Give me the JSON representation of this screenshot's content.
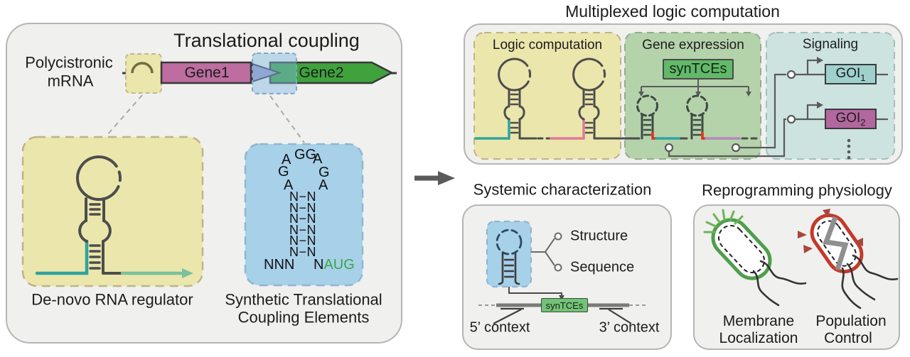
{
  "colors": {
    "gene1_fill": "#bd6da0",
    "gene2_fill": "#3fa23d",
    "coupling_element_fill": "#9e97cd",
    "regulator_box_yellow": "#ebe6ac",
    "stce_box_blue": "#a7d0e9",
    "expression_panel_green": "#b5d3ab",
    "signaling_panel_teal": "#cde3e0",
    "syntces_box_green": "#61b969",
    "goi1_fill": "#9ed1ce",
    "goi2_fill": "#b2679e",
    "teal_strand": "#2ea49d",
    "seafoam_strand": "#79c29c",
    "pink_strand": "#e0789a",
    "mauve_strand": "#b48ab8",
    "red_marker": "#e0301e",
    "start_codon_green": "#3aa648",
    "membrane_green": "#4f9e4a",
    "lysis_red": "#c33a2a"
  },
  "left_panel": {
    "title": "Translational coupling",
    "mrna_label": {
      "line1": "Polycistronic",
      "line2": "mRNA"
    },
    "gene1_label": "Gene1",
    "gene2_label": "Gene2",
    "regulator_caption": "De-novo RNA regulator",
    "stce_caption": {
      "line1": "Synthetic Translational",
      "line2": "Coupling Elements"
    },
    "stce_sequence": {
      "loop_left_upper": "A",
      "loop_top": "GG",
      "loop_right_upper": "A",
      "loop_left_mid": "G",
      "loop_right_mid": "G",
      "loop_left_lower": "A",
      "loop_right_lower": "A",
      "stem_pair": "N−N",
      "bottom_left": "NNN",
      "bottom_right_n": "N",
      "start_codon": "AUG"
    }
  },
  "multiplexed": {
    "title": "Multiplexed logic computation",
    "logic_title": "Logic computation",
    "expression_title": "Gene expression",
    "syntces_label": "synTCEs",
    "signaling_title": "Signaling",
    "goi1": {
      "name": "GOI",
      "sub": "1"
    },
    "goi2": {
      "name": "GOI",
      "sub": "2"
    }
  },
  "characterization": {
    "title": "Systemic characterization",
    "structure_label": "Structure",
    "sequence_label": "Sequence",
    "syntces_label": "synTCEs",
    "context5": "5’ context",
    "context3": "3’ context"
  },
  "physiology": {
    "title": "Reprogramming physiology",
    "membrane": {
      "line1": "Membrane",
      "line2": "Localization"
    },
    "population": {
      "line1": "Population",
      "line2": "Control"
    }
  }
}
